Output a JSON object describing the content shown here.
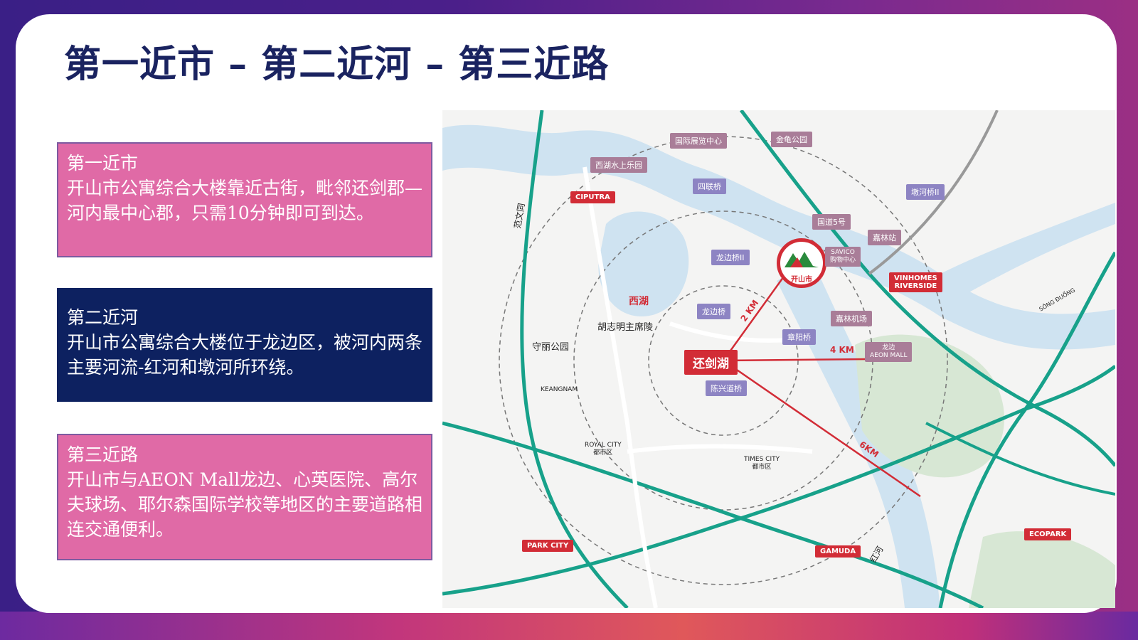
{
  "title": "第一近市 – 第二近河 – 第三近路",
  "boxes": [
    {
      "title": "第一近市",
      "body": "开山市公寓综合大楼靠近古街，毗邻还剑郡—河内最中心郡，只需10分钟即可到达。"
    },
    {
      "title": "第二近河",
      "body": "开山市公寓综合大楼位于龙边区，被河内两条主要河流-红河和墩河所环绕。"
    },
    {
      "title": "第三近路",
      "body": "开山市与AEON Mall龙边、心英医院、高尔夫球场、耶尔森国际学校等地区的主要道路相连交通便利。"
    }
  ],
  "map": {
    "center_label": "还剑湖",
    "logo_text": "开山市",
    "distances": {
      "d2": "2 KM",
      "d4": "4 KM",
      "d6": "6KM"
    },
    "landmarks": {
      "expo": "国际展览中心",
      "golden_turtle": "金龟公园",
      "westlake_water": "西湖水上乐园",
      "silian": "四联桥",
      "dunhe2": "墩河桥II",
      "road5": "国道5号",
      "jialin_station": "嘉林站",
      "longbian2": "龙边桥II",
      "savico": "SAVICO\n购物中心",
      "longbian": "龙边桥",
      "jialin_airport": "嘉林机场",
      "zhangyang": "章阳桥",
      "aeon": "龙边\nAEON MALL",
      "chenxingdao": "陈兴道桥"
    },
    "red_tags": {
      "ciputra": "CIPUTRA",
      "vinhomes": "VINHOMES\nRIVERSIDE",
      "park_city": "PARK CITY",
      "gamuda": "GAMUDA",
      "ecopark": "ECOPARK"
    },
    "places": {
      "westlake": "西湖",
      "mausoleum": "胡志明主席陵",
      "shouli_park": "守丽公园",
      "keangnam": "KEANGNAM",
      "royal_city": "ROYAL CITY\n都市区",
      "times_city": "TIMES CITY\n都市区",
      "fanwentong": "范文同",
      "red_river": "红河",
      "song_duong": "SÔNG ĐUỐNG"
    }
  },
  "colors": {
    "title": "#1a2360",
    "pink_box": "#e06aa6",
    "navy_box": "#0d2160",
    "red": "#d22c36",
    "road": "#17a18a",
    "river": "#cfe3f1"
  }
}
